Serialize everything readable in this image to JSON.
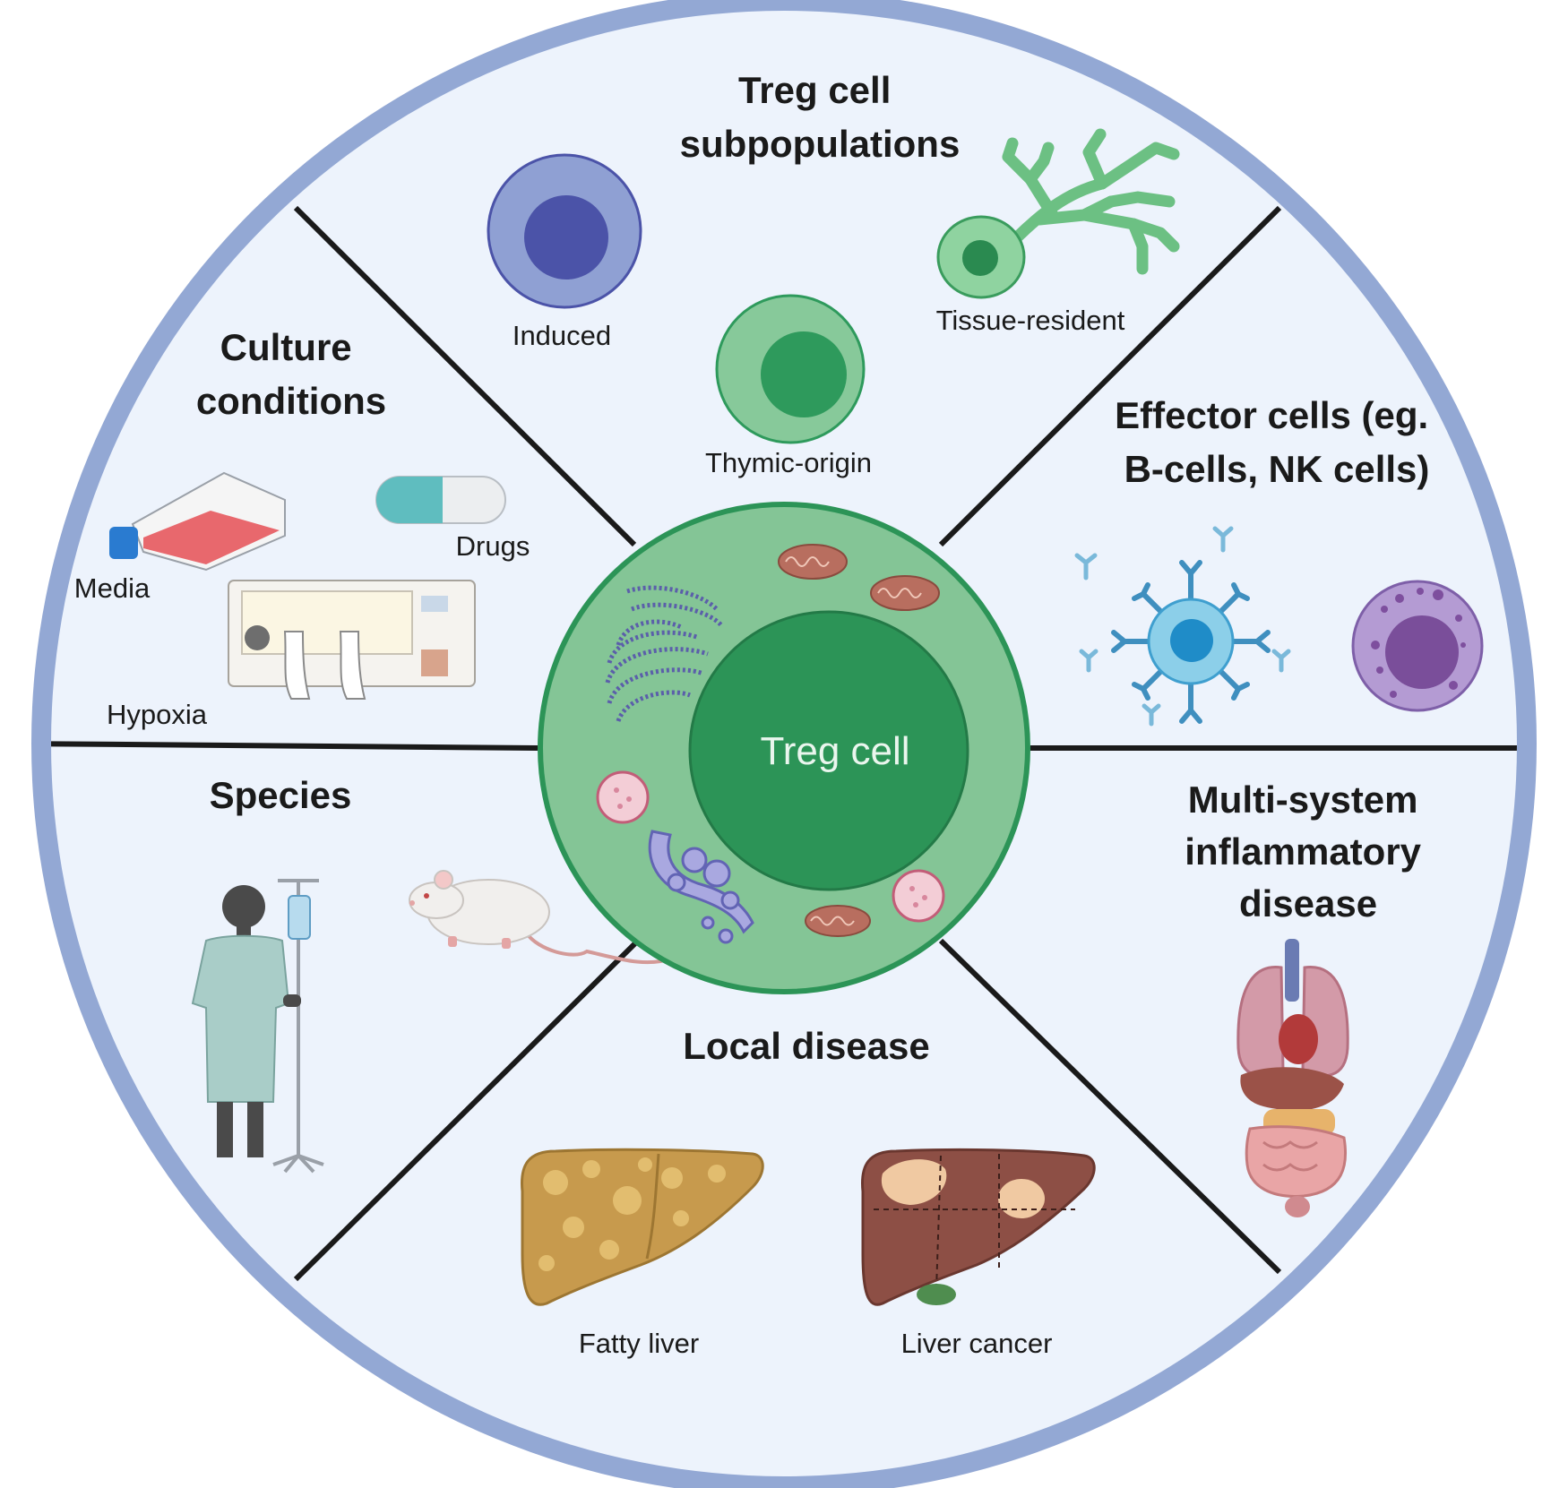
{
  "center": {
    "label": "Treg cell"
  },
  "sections": {
    "treg_subpopulations": {
      "title_lines": [
        "Treg cell",
        "subpopulations"
      ],
      "labels": {
        "induced": "Induced",
        "thymic": "Thymic-origin",
        "tissue": "Tissue-resident"
      }
    },
    "effector_cells": {
      "title_lines": [
        "Effector cells (eg.",
        "B-cells, NK cells)"
      ]
    },
    "multi_system": {
      "title_lines": [
        "Multi-system",
        "inflammatory",
        "disease"
      ]
    },
    "local_disease": {
      "title_lines": [
        "Local disease"
      ],
      "labels": {
        "fatty": "Fatty liver",
        "cancer": "Liver cancer"
      }
    },
    "species": {
      "title_lines": [
        "Species"
      ]
    },
    "culture_conditions": {
      "title_lines": [
        "Culture",
        "conditions"
      ],
      "labels": {
        "media": "Media",
        "drugs": "Drugs",
        "hypoxia": "Hypoxia"
      }
    }
  },
  "colors": {
    "ring": "#93a8d4",
    "panel": "#edf3fc",
    "divider": "#1a1a1a",
    "treg_outer": "#84c596",
    "treg_nucleus": "#2c9457",
    "induced_outer": "#8fa0d3",
    "induced_inner": "#4b53a8",
    "thymic_outer": "#87c99a",
    "thymic_inner": "#2e9a5c",
    "b_cell": "#4aa7d4",
    "nk_cell": "#9d7fc0"
  }
}
